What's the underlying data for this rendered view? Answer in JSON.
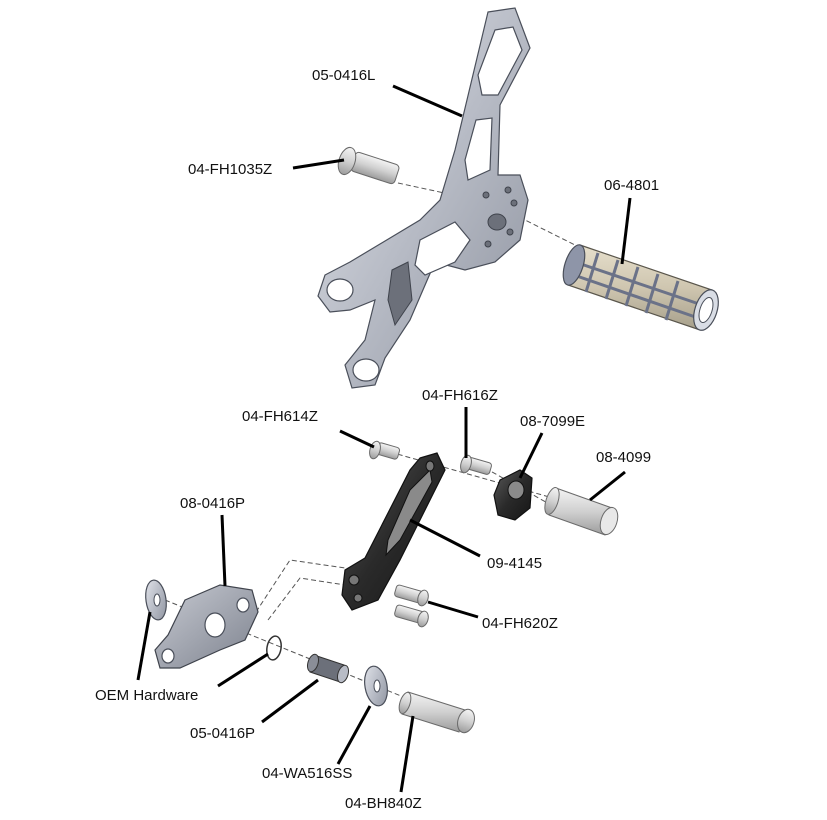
{
  "labels": {
    "rearset_plate": "05-0416L",
    "plate_bolt": "04-FH1035Z",
    "footpeg": "06-4801",
    "bolt_fh614": "04-FH614Z",
    "bolt_fh616": "04-FH616Z",
    "eccentric": "08-7099E",
    "spacer": "08-4099",
    "pivot_arm": "08-0416P",
    "link_arm": "09-4145",
    "bolt_fh620": "04-FH620Z",
    "oem_hardware": "OEM Hardware",
    "bushing": "05-0416P",
    "washer": "04-WA516SS",
    "button_bolt": "04-BH840Z"
  },
  "colors": {
    "aluminum": "#b8bcc6",
    "anodized_black": "#2a2a2a",
    "footpeg_grip": "#cfc6b0",
    "leader": "#000000"
  }
}
